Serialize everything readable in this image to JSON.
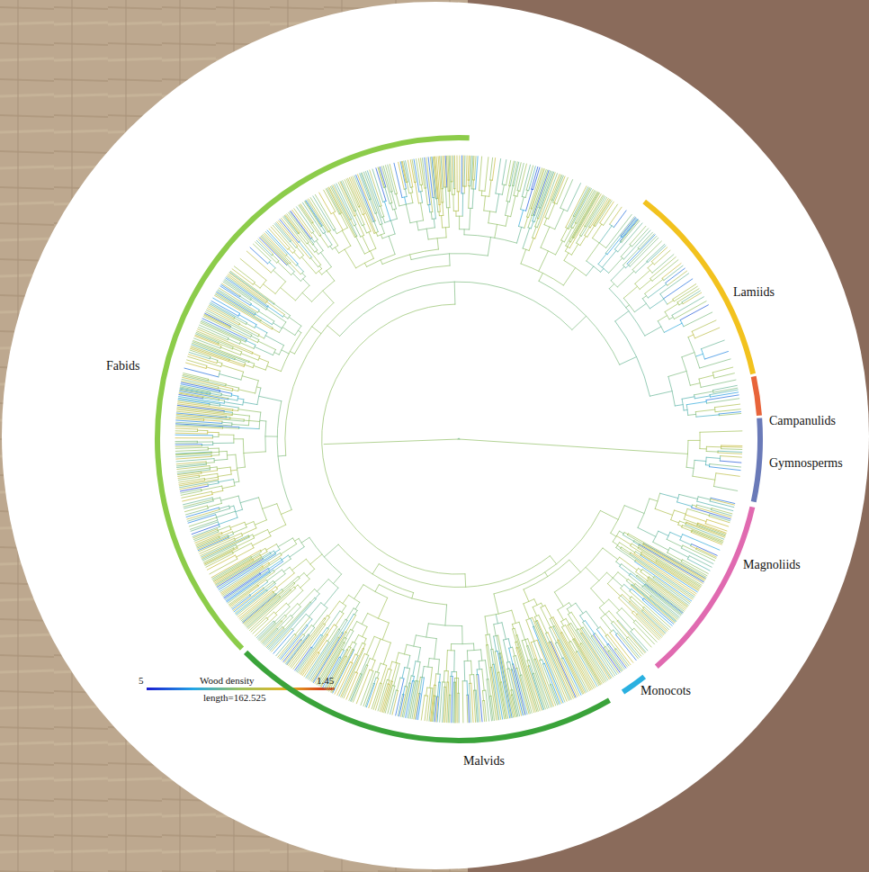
{
  "diagram": {
    "labels": [
      "Fabids",
      "Lamiids",
      "Campanulids",
      "Gymnosperms",
      "Magnoliids",
      "Monocots",
      "Malvids",
      "5",
      "Wood density",
      "1.45",
      "length=162.525"
    ]
  }
}
